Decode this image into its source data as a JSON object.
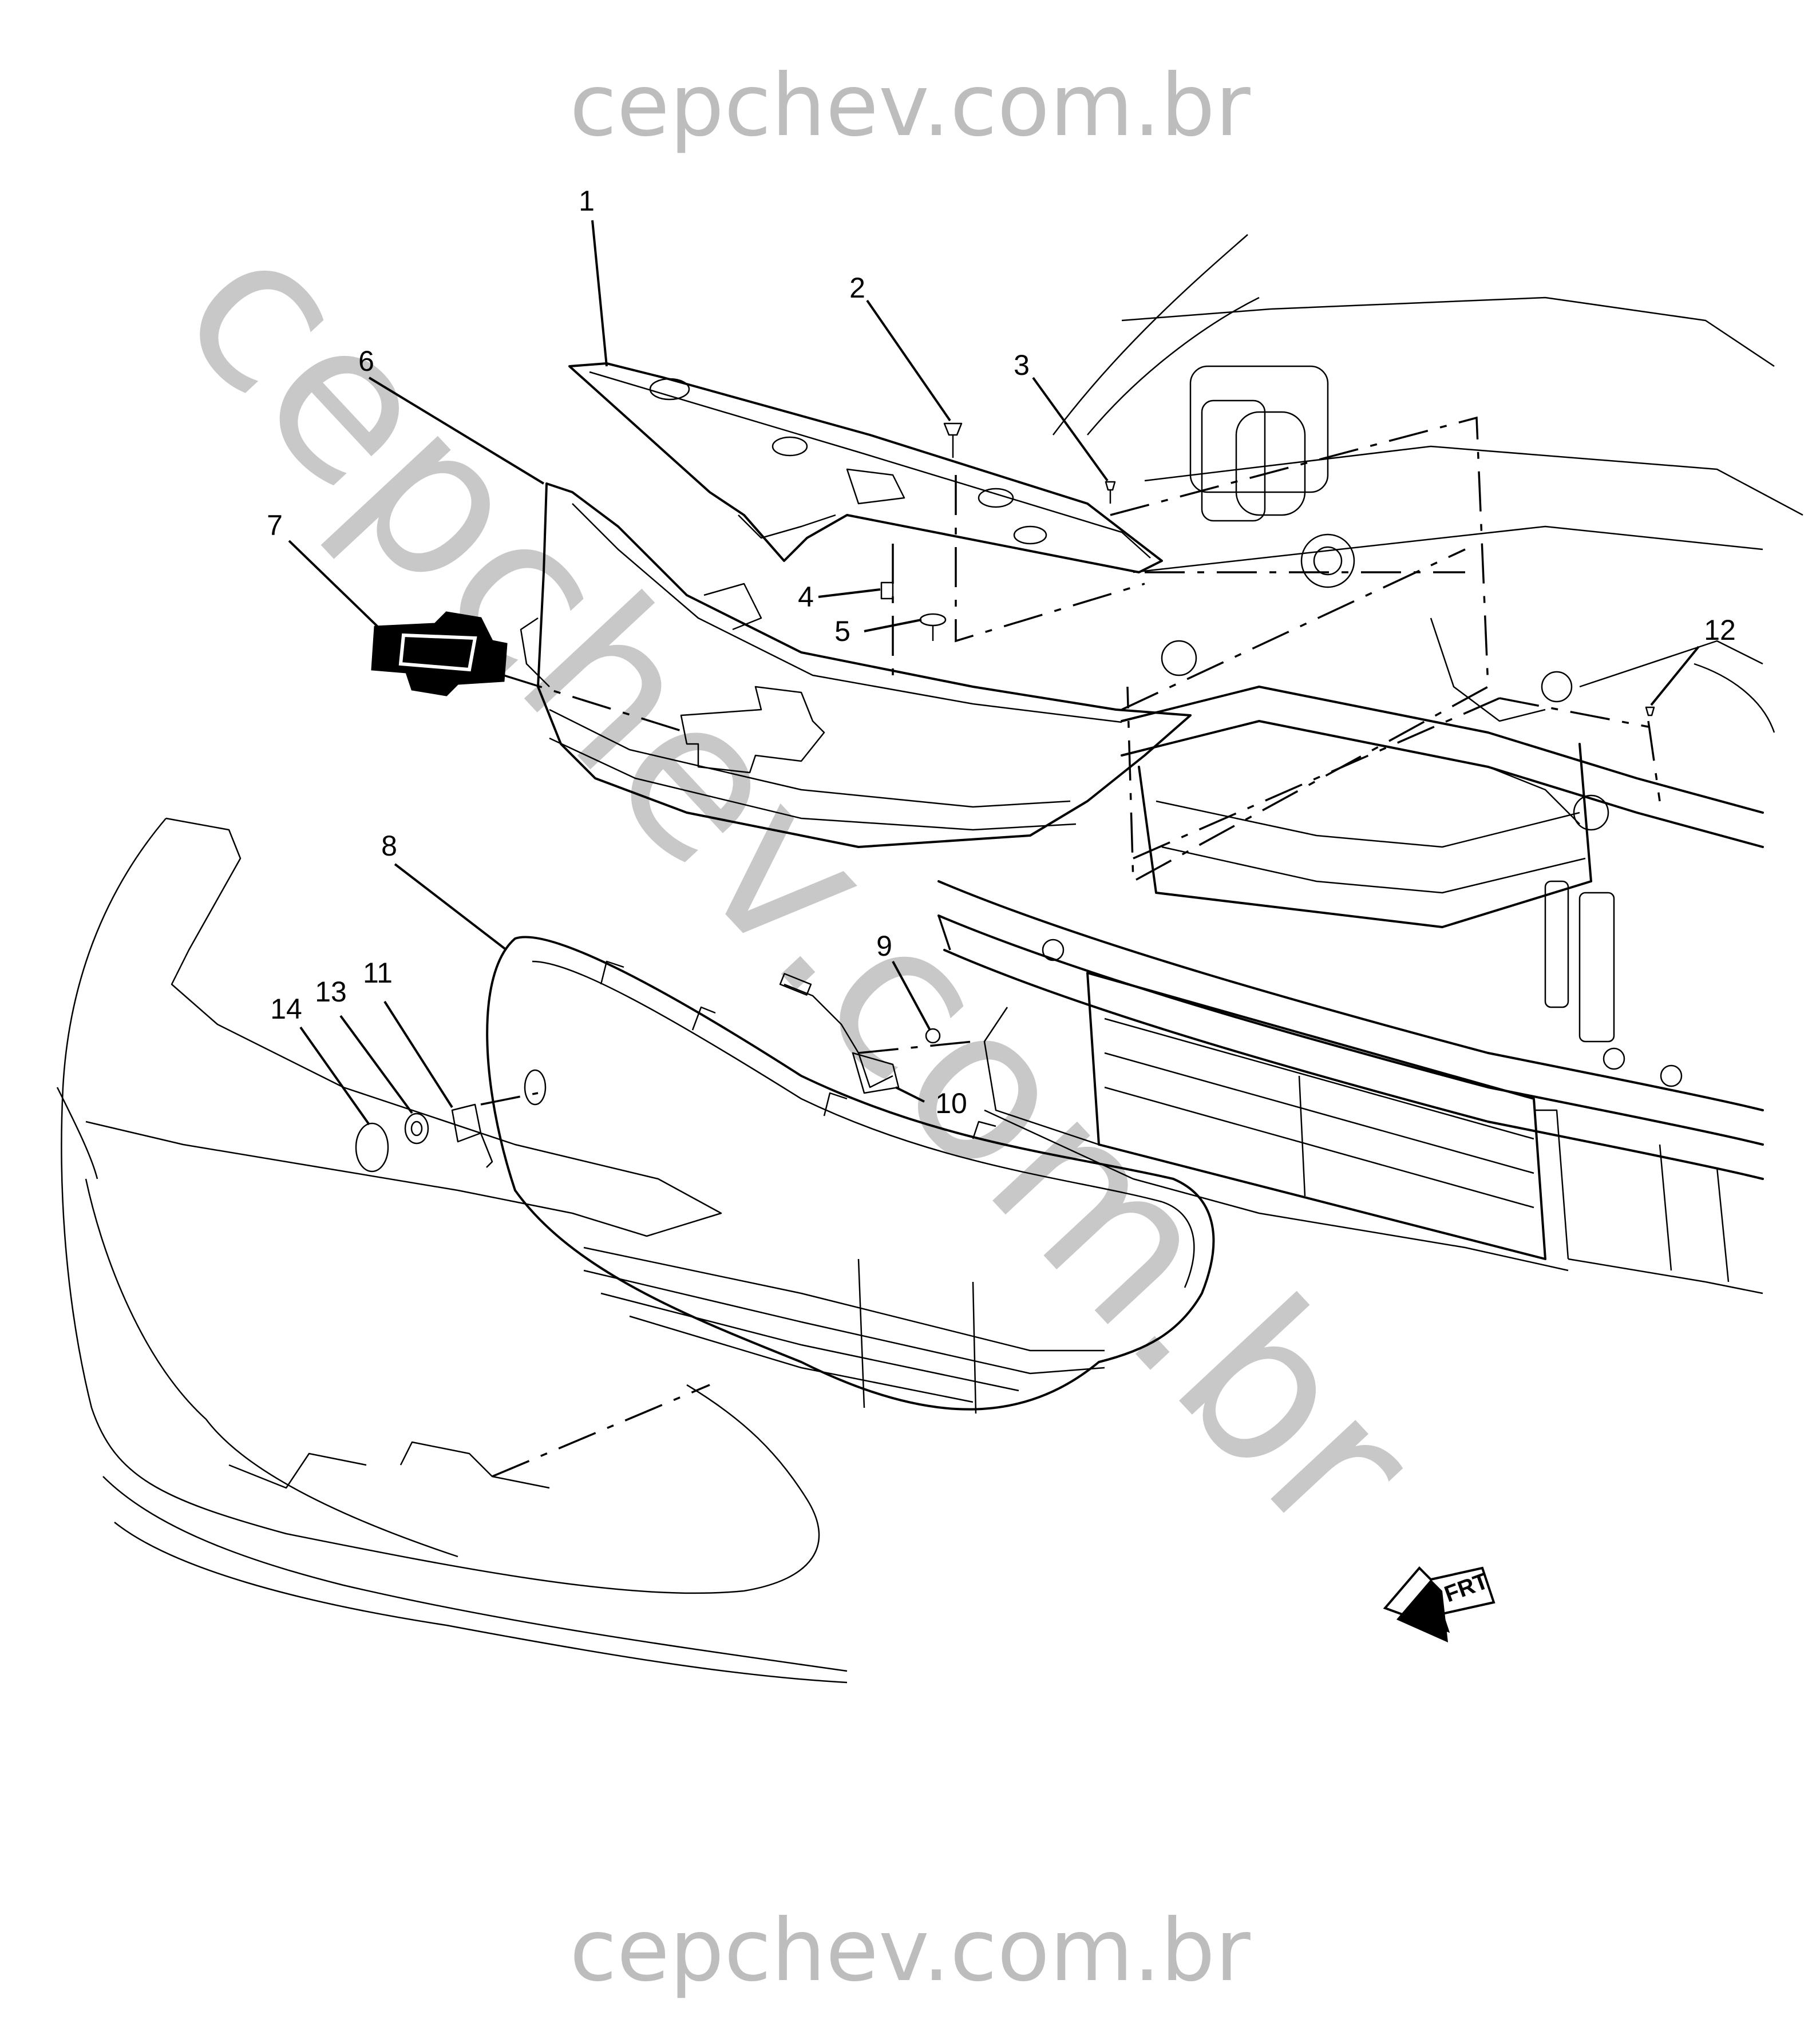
{
  "watermark": {
    "top": "cepchev.com.br",
    "diagonal": "cepchev.com.br",
    "bottom": "cepchev.com.br"
  },
  "callouts": [
    "1",
    "2",
    "3",
    "4",
    "5",
    "6",
    "7",
    "8",
    "9",
    "10",
    "11",
    "12",
    "13",
    "14"
  ],
  "orientation_badge": "FRT"
}
